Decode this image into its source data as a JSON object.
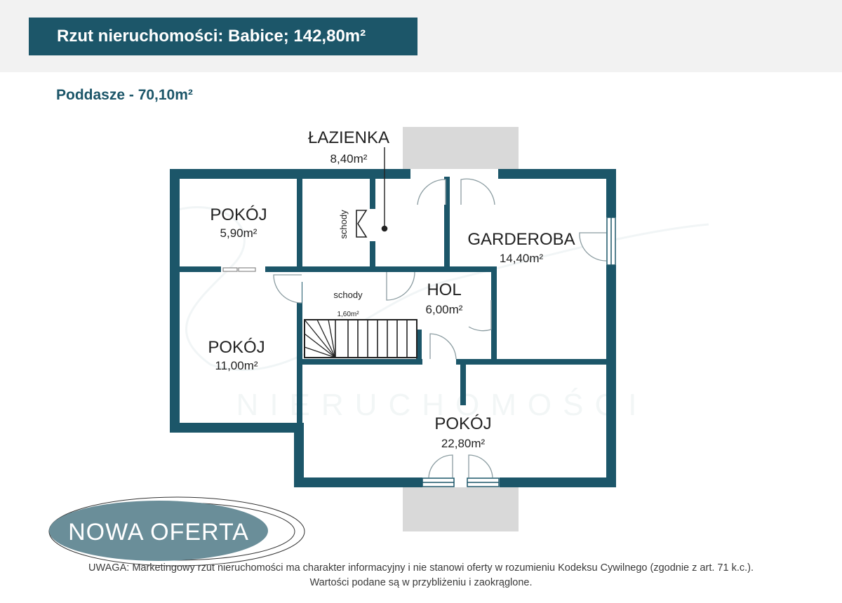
{
  "header": {
    "title": "Rzut nieruchomości: Babice; 142,80m²",
    "floor": "Poddasze - 70,10m²"
  },
  "rooms": {
    "lazienka": {
      "name": "ŁAZIENKA",
      "area": "8,40m²"
    },
    "pokoj_small": {
      "name": "POKÓJ",
      "area": "5,90m²"
    },
    "garderoba": {
      "name": "GARDEROBA",
      "area": "14,40m²"
    },
    "hol": {
      "name": "HOL",
      "area": "6,00m²"
    },
    "pokoj_left": {
      "name": "POKÓJ",
      "area": "11,00m²"
    },
    "pokoj_big": {
      "name": "POKÓJ",
      "area": "22,80m²"
    }
  },
  "stairs": {
    "vertical_label": "schody",
    "label": "schody",
    "area": "1,60m²"
  },
  "watermark": "NIERUCHOMOŚCI",
  "badge": {
    "text": "NOWA OFERTA"
  },
  "footer": {
    "line1": "UWAGA: Marketingowy rzut nieruchomości ma charakter informacyjny i nie stanowi oferty w rozumieniu Kodeksu Cywilnego (zgodnie z art. 71 k.c.).",
    "line2": "Wartości podane są w przybliżeniu i zaokrąglone."
  },
  "colors": {
    "wall": "#1c5669",
    "header_bg": "#1c5669",
    "badge_bg": "#6a8e99",
    "terrace": "#d9d9d9"
  }
}
